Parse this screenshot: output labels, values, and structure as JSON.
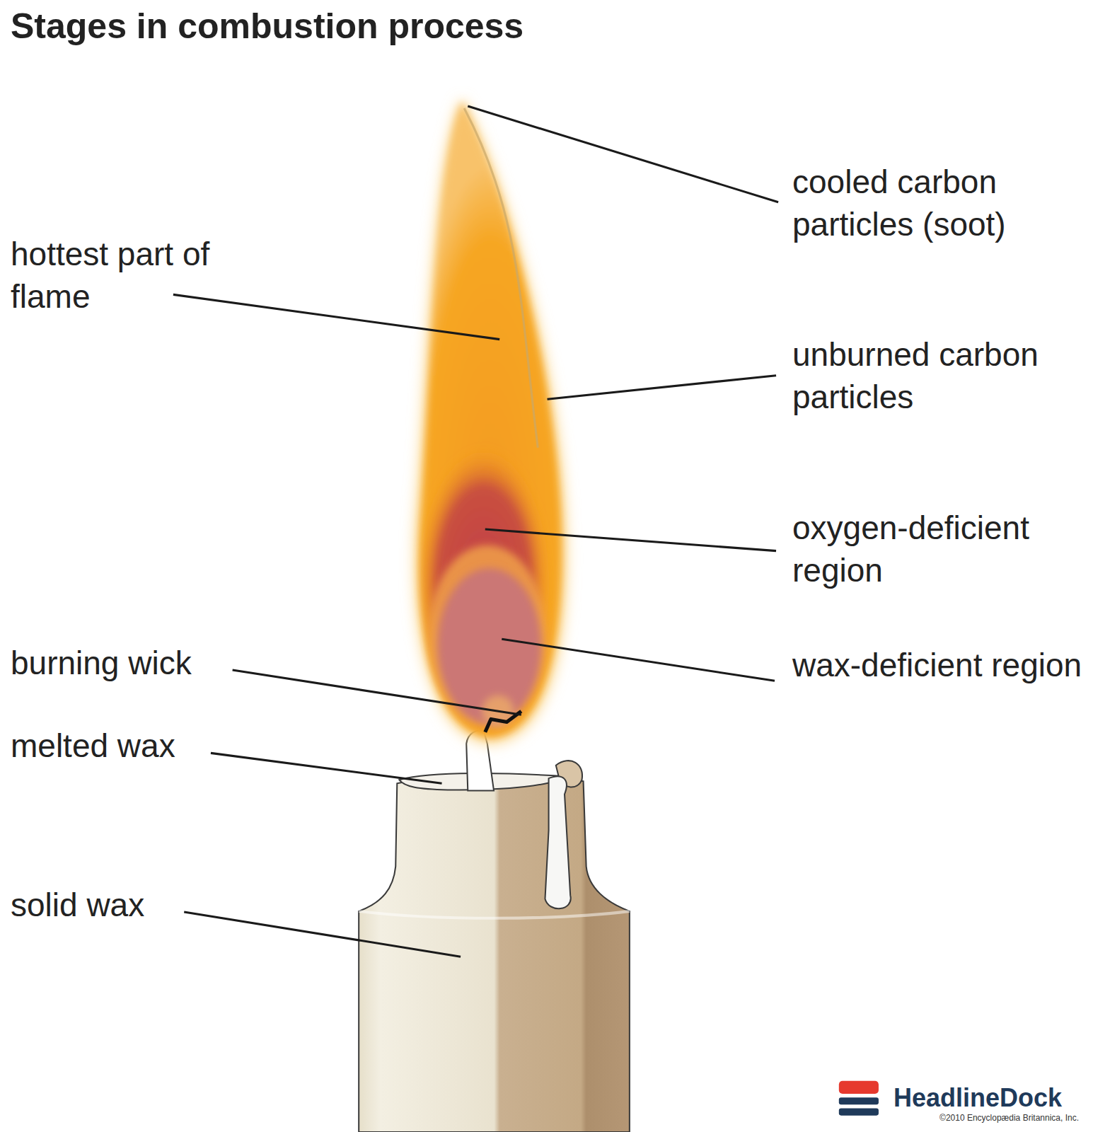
{
  "diagram": {
    "title": "Stages in combustion process",
    "labels": [
      "cooled carbon particles (soot)",
      "hottest part of flame",
      "unburned carbon particles",
      "oxygen-deficient region",
      "burning wick",
      "wax-deficient region",
      "melted wax",
      "solid wax",
      "HeadlineDock",
      "©2010 Encyclopædia Britannica, Inc."
    ]
  }
}
